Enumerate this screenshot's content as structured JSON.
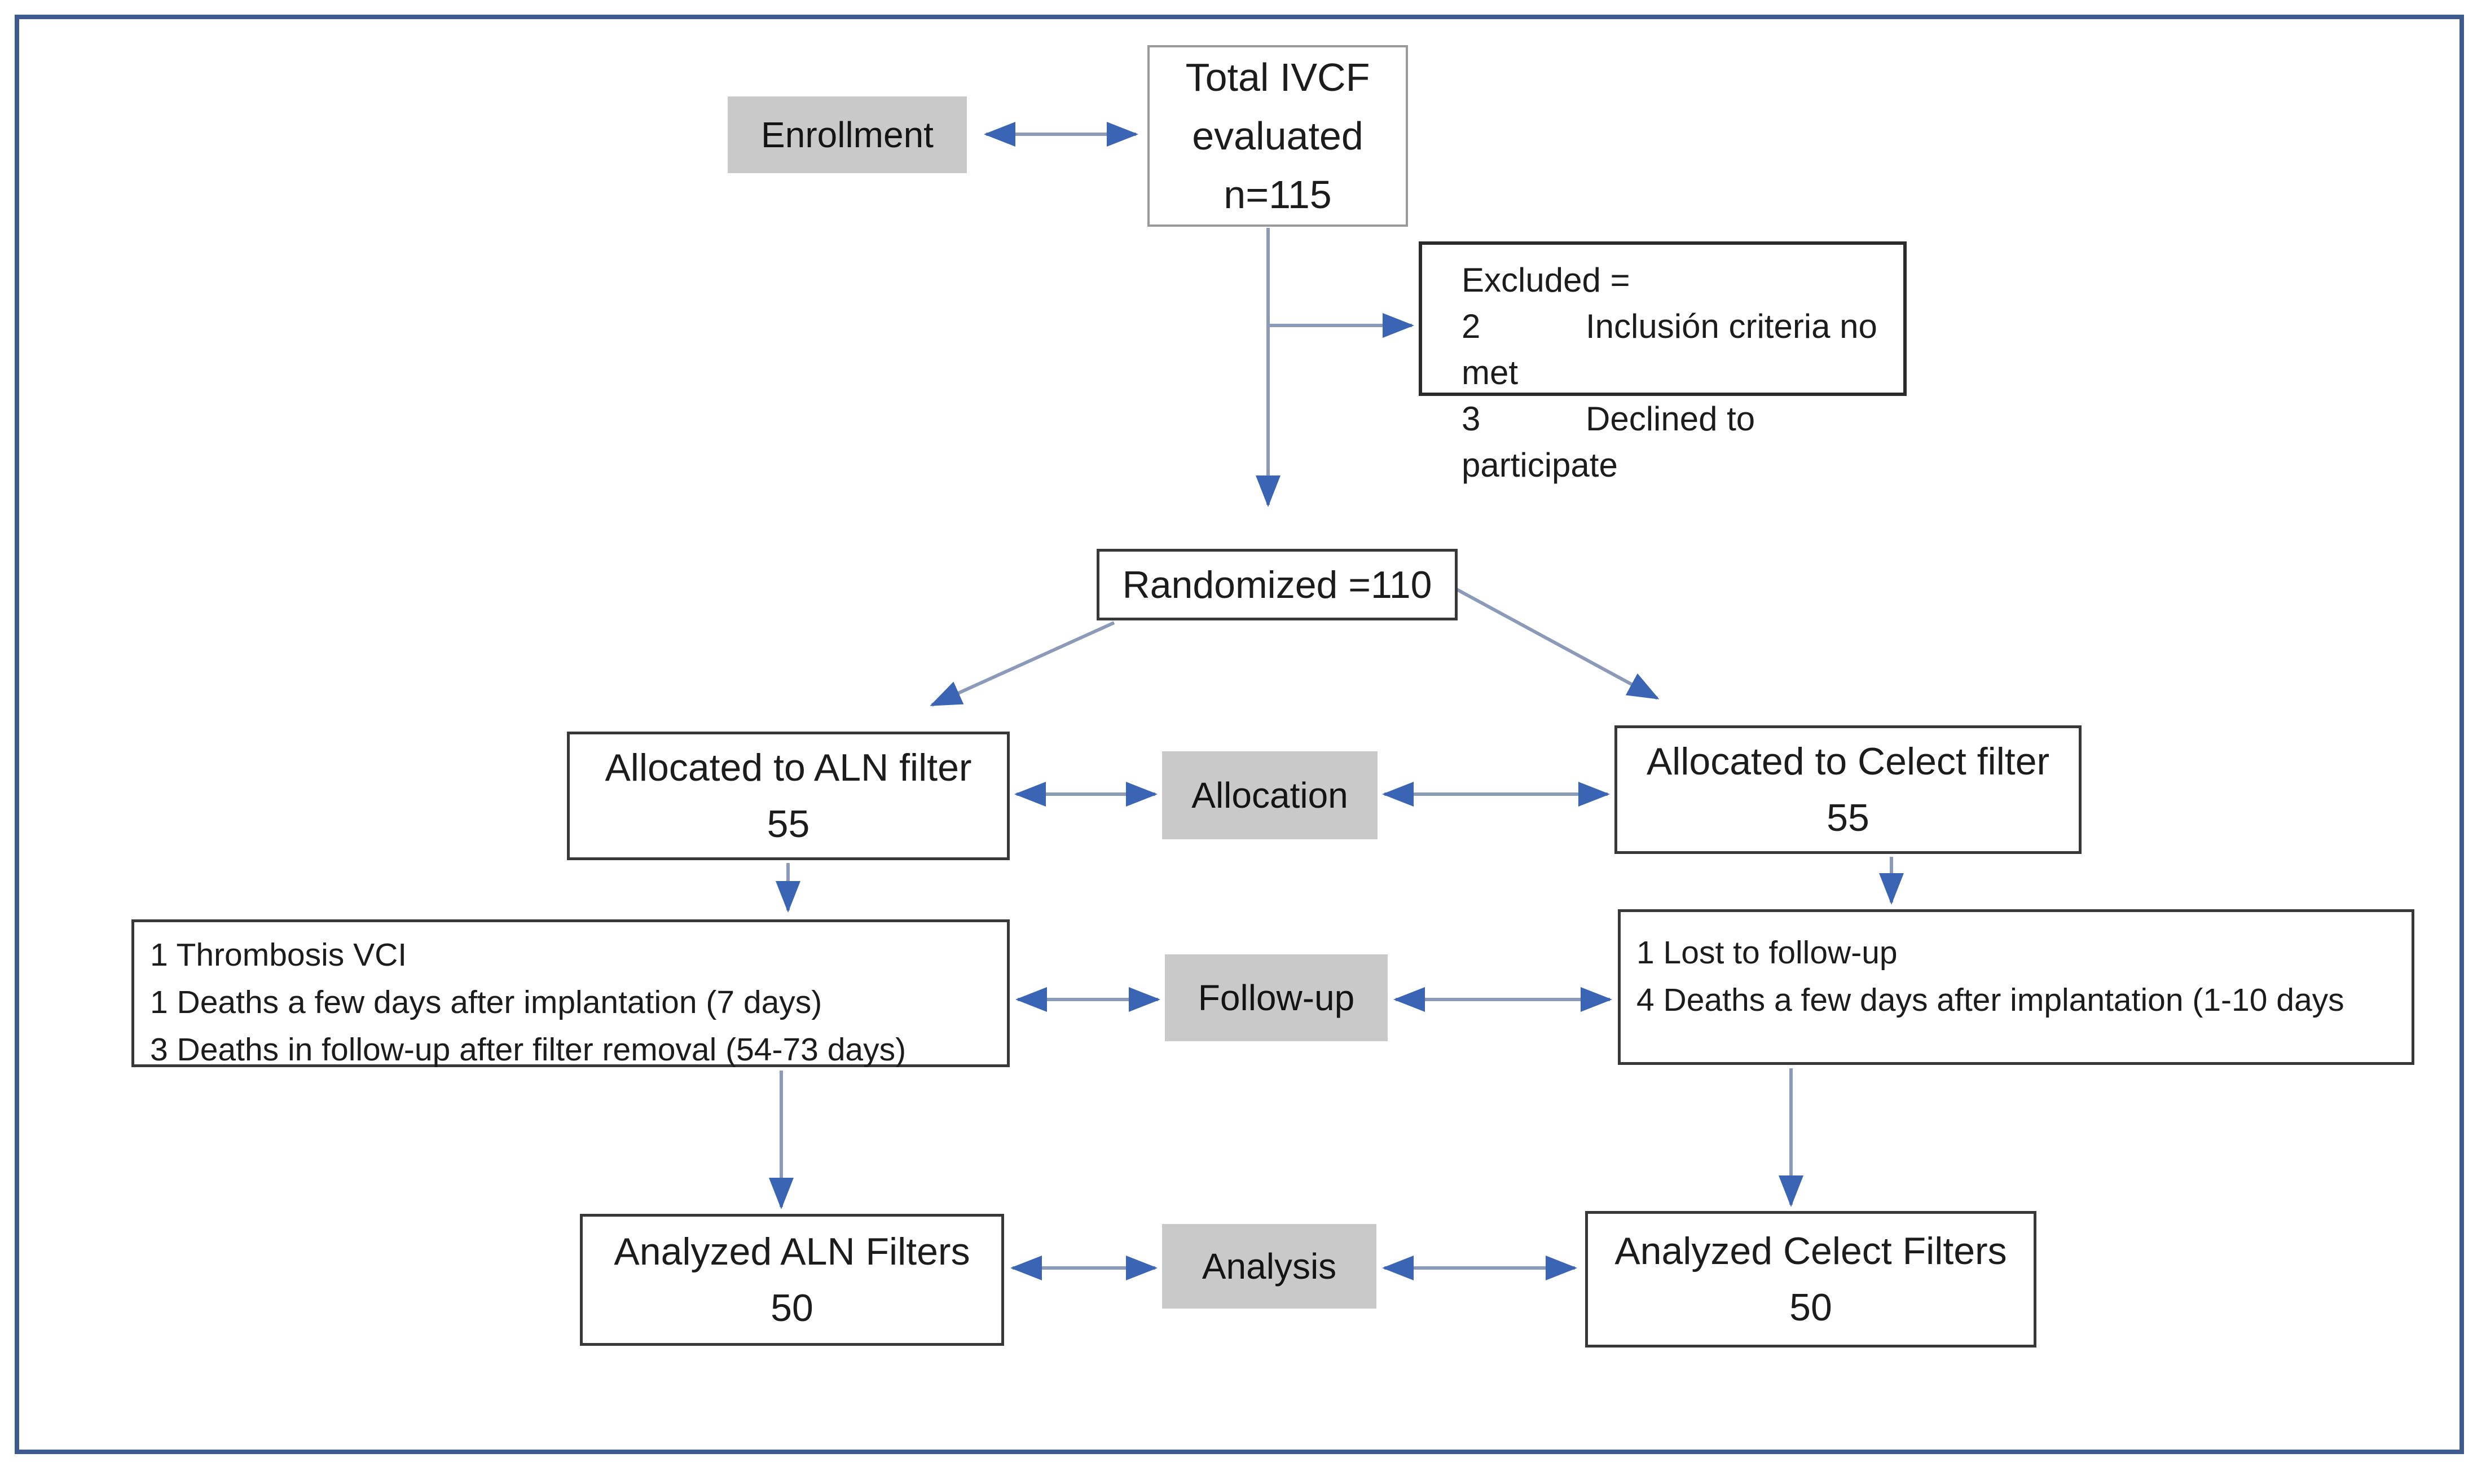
{
  "figure": {
    "type": "consort-flow-diagram",
    "colors": {
      "frame_border": "#3d5b8f",
      "arrow_line": "#8a9ab8",
      "arrow_head": "#3a64b4",
      "stage_label_bg": "#c9c9c9",
      "box_border": "#383838",
      "background": "#ffffff"
    },
    "stages": {
      "enrollment": "Enrollment",
      "allocation": "Allocation",
      "followup": "Follow-up",
      "analysis": "Analysis"
    },
    "total": {
      "lines": [
        "Total IVCF",
        "evaluated",
        "n=115"
      ]
    },
    "excluded": {
      "title": "Excluded =",
      "items": [
        {
          "num": "2",
          "text": "Inclusión criteria no met"
        },
        {
          "num": "3",
          "text": "Declined to participate"
        }
      ]
    },
    "randomized": {
      "text": "Randomized =110"
    },
    "alloc_aln": {
      "lines": [
        "Allocated to ALN filter",
        "55"
      ]
    },
    "alloc_celect": {
      "lines": [
        "Allocated to Celect filter",
        "55"
      ]
    },
    "followup_aln": {
      "lines": [
        "1 Thrombosis VCI",
        "1 Deaths a few days after implantation (7 days)",
        "3 Deaths in follow-up after filter removal (54-73 days)"
      ]
    },
    "followup_celect": {
      "lines": [
        "1 Lost to follow-up",
        "4 Deaths a few days after implantation (1-10 days"
      ]
    },
    "analyzed_aln": {
      "lines": [
        "Analyzed ALN Filters",
        "50"
      ]
    },
    "analyzed_celect": {
      "lines": [
        "Analyzed Celect Filters",
        "50"
      ]
    }
  }
}
